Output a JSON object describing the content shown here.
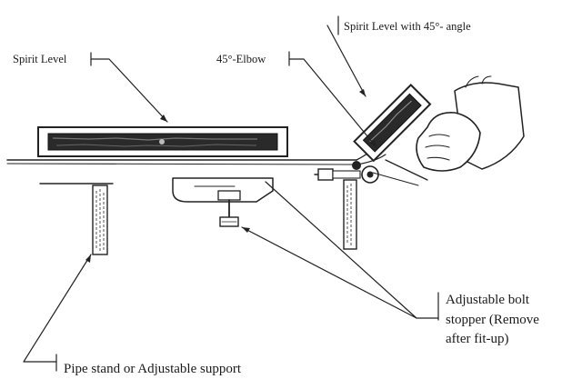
{
  "labels": {
    "spirit_level": "Spirit Level",
    "spirit_level_45": "Spirit Level with 45°- angle",
    "elbow_45": "45°-Elbow",
    "bolt_stopper_line1": "Adjustable bolt",
    "bolt_stopper_line2": "stopper (Remove",
    "bolt_stopper_line3": "after fit-up)",
    "pipe_stand": "Pipe stand or Adjustable support"
  }
}
